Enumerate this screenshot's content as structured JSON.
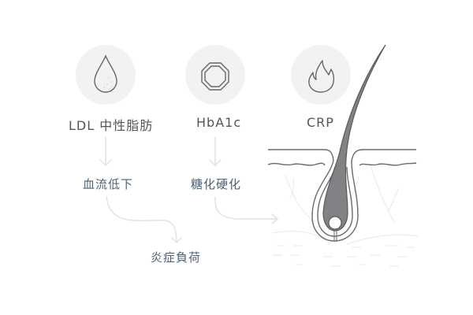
{
  "markers": [
    {
      "id": "ldl",
      "label": "LDL 中性脂肪",
      "icon": "droplet-icon"
    },
    {
      "id": "hba1c",
      "label": "HbA1c",
      "icon": "octagon-icon"
    },
    {
      "id": "crp",
      "label": "CRP",
      "icon": "flame-icon"
    }
  ],
  "effects": [
    {
      "id": "blood-flow",
      "label": "血流低下"
    },
    {
      "id": "glycation",
      "label": "糖化硬化"
    }
  ],
  "result": {
    "label": "炎症負荷"
  },
  "illustration": {
    "name": "hair-follicle-cross-section"
  },
  "colors": {
    "text": "#555555",
    "effect_text": "#4e6276",
    "icon_bg": "#f2f2f2",
    "hair": "#808285",
    "arrow": "#e4e4e4"
  }
}
